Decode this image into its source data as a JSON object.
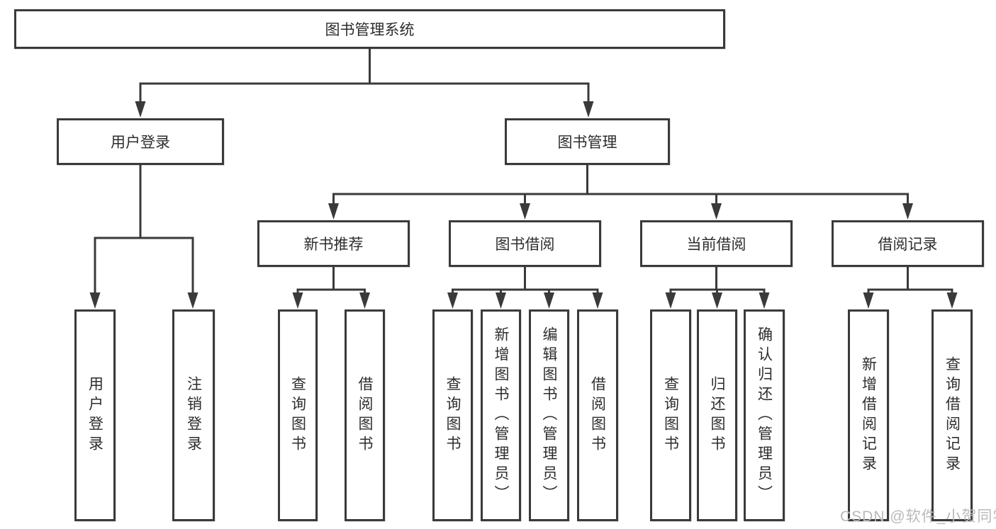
{
  "diagram": {
    "title": "图书管理系统",
    "level1": [
      {
        "label": "用户登录"
      },
      {
        "label": "图书管理"
      }
    ],
    "level2": [
      {
        "label": "新书推荐"
      },
      {
        "label": "图书借阅"
      },
      {
        "label": "当前借阅"
      },
      {
        "label": "借阅记录"
      }
    ],
    "leaves": {
      "user_login": [
        "用户登录",
        "注销登录"
      ],
      "new_book_recommend": [
        "查询图书",
        "借阅图书"
      ],
      "book_borrow": [
        "查询图书",
        "新增图书（管理员）",
        "编辑图书（管理员）",
        "借阅图书"
      ],
      "current_borrow": [
        "查询图书",
        "归还图书",
        "确认归还（管理员）"
      ],
      "borrow_record": [
        "新增借阅记录",
        "查询借阅记录"
      ]
    },
    "watermark": "CSDN @软件_小贺同学",
    "colors": {
      "line": "#3a3a3a",
      "text": "#2d2d2d",
      "watermark": "#b9b9b9",
      "background": "#ffffff"
    }
  }
}
